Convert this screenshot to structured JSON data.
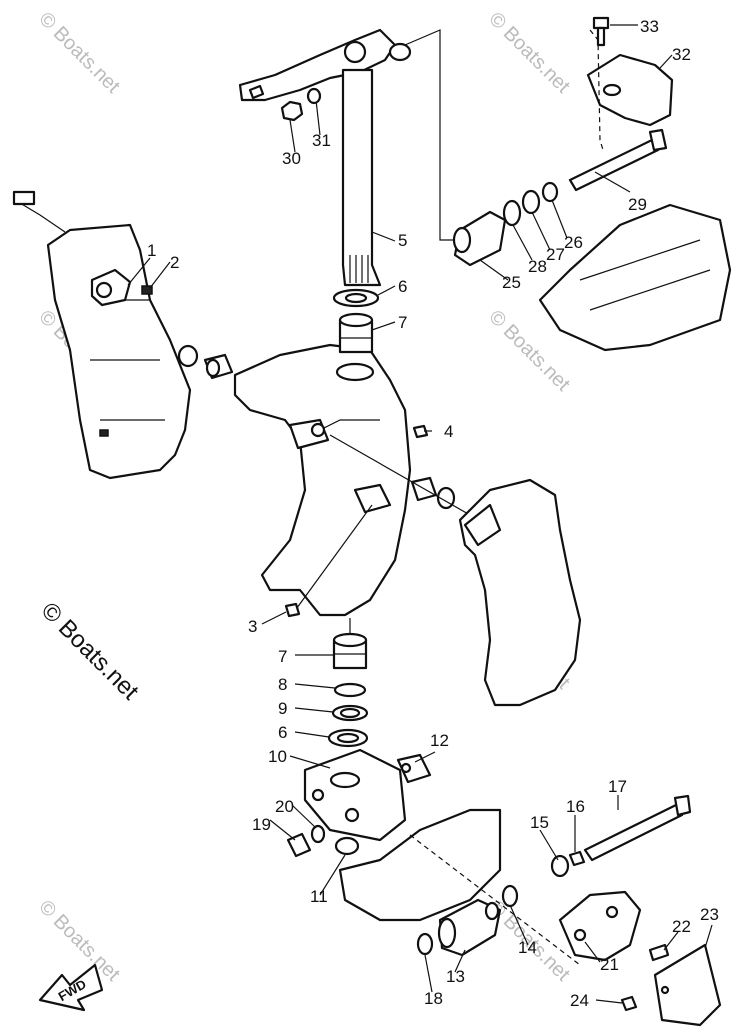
{
  "watermark": {
    "text": "© Boats.net"
  },
  "fwd_label": "FWD",
  "callouts": {
    "p1": "1",
    "p2": "2",
    "p3": "3",
    "p4": "4",
    "p5": "5",
    "p6a": "6",
    "p6b": "6",
    "p7a": "7",
    "p7b": "7",
    "p8": "8",
    "p9": "9",
    "p10": "10",
    "p11": "11",
    "p12": "12",
    "p13": "13",
    "p14": "14",
    "p15": "15",
    "p16": "16",
    "p17": "17",
    "p18": "18",
    "p19": "19",
    "p20": "20",
    "p21": "21",
    "p22": "22",
    "p23": "23",
    "p24": "24",
    "p25": "25",
    "p26": "26",
    "p27": "27",
    "p28": "28",
    "p29": "29",
    "p30": "30",
    "p31": "31",
    "p32": "32",
    "p33": "33"
  }
}
